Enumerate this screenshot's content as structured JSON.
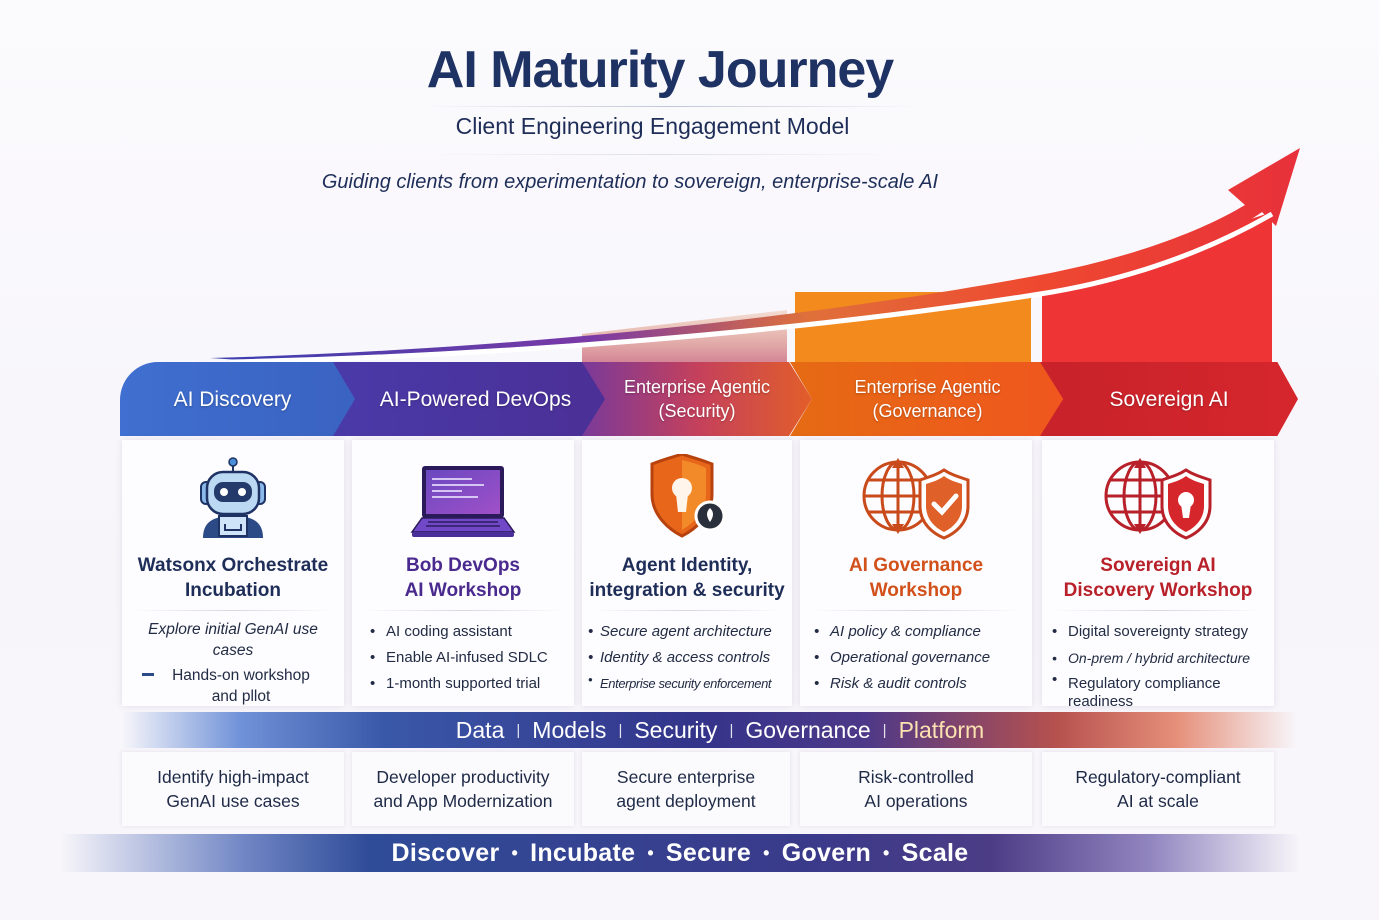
{
  "header": {
    "title": "AI Maturity Journey",
    "subtitle": "Client Engineering Engagement Model",
    "tagline": "Guiding clients from experimentation to sovereign, enterprise-scale AI"
  },
  "colors": {
    "navy": "#1e3264",
    "discovery": "#3f6fd0",
    "devops": "#4b2f96",
    "security": "#c4405c",
    "governance": "#f0561e",
    "sovereign": "#d5262c",
    "growth_orange": "#f28a1e",
    "growth_red": "#ee3434"
  },
  "stages": [
    {
      "label": "AI Discovery"
    },
    {
      "label": "AI-Powered DevOps"
    },
    {
      "label_line1": "Enterprise Agentic",
      "label_line2": "(Security)"
    },
    {
      "label_line1": "Enterprise Agentic",
      "label_line2": "(Governance)"
    },
    {
      "label": "Sovereign AI"
    }
  ],
  "cards": [
    {
      "icon": "robot-icon",
      "title_line1": "Watsonx Orchestrate",
      "title_line2": "Incubation",
      "title_color": "#1e2e58",
      "intro": "Explore initial GenAI use cases",
      "items": [
        "Hands-on workshop and pllot"
      ]
    },
    {
      "icon": "laptop-icon",
      "title_line1": "Bob DevOps",
      "title_line2": "AI Workshop",
      "title_color": "#4a2a8e",
      "items": [
        "AI coding assistant",
        "Enable AI-infused SDLC",
        "1-month supported trial"
      ]
    },
    {
      "icon": "shield-keyhole-icon",
      "title_line1": "Agent Identity,",
      "title_line2": "integration & security",
      "title_color": "#1e2e58",
      "items": [
        "Secure agent architecture",
        "Identity & access controls",
        "Enterprise security enforcement"
      ]
    },
    {
      "icon": "globe-shield-check-icon",
      "title_line1": "AI Governance",
      "title_line2": "Workshop",
      "title_color": "#d2501a",
      "items": [
        "AI policy & compliance",
        "Operational governance",
        "Risk & audit controls"
      ]
    },
    {
      "icon": "globe-shield-lock-icon",
      "title_line1": "Sovereign AI",
      "title_line2": "Discovery Workshop",
      "title_color": "#b8202a",
      "items": [
        "Digital sovereignty strategy",
        "On-prem / hybrid architecture",
        "Regulatory compliance readiness"
      ]
    }
  ],
  "pillars": [
    "Data",
    "Models",
    "Security",
    "Governance",
    "Platform"
  ],
  "outcomes": [
    {
      "line1": "Identify high-impact",
      "line2": "GenAI use cases"
    },
    {
      "line1": "Developer productivity",
      "line2": "and App Modernization"
    },
    {
      "line1": "Secure enterprise",
      "line2": "agent deployment"
    },
    {
      "line1": "Risk-controlled",
      "line2": "AI operations"
    },
    {
      "line1": "Regulatory-compliant",
      "line2": "AI at scale"
    }
  ],
  "phases": [
    "Discover",
    "Incubate",
    "Secure",
    "Govern",
    "Scale"
  ]
}
